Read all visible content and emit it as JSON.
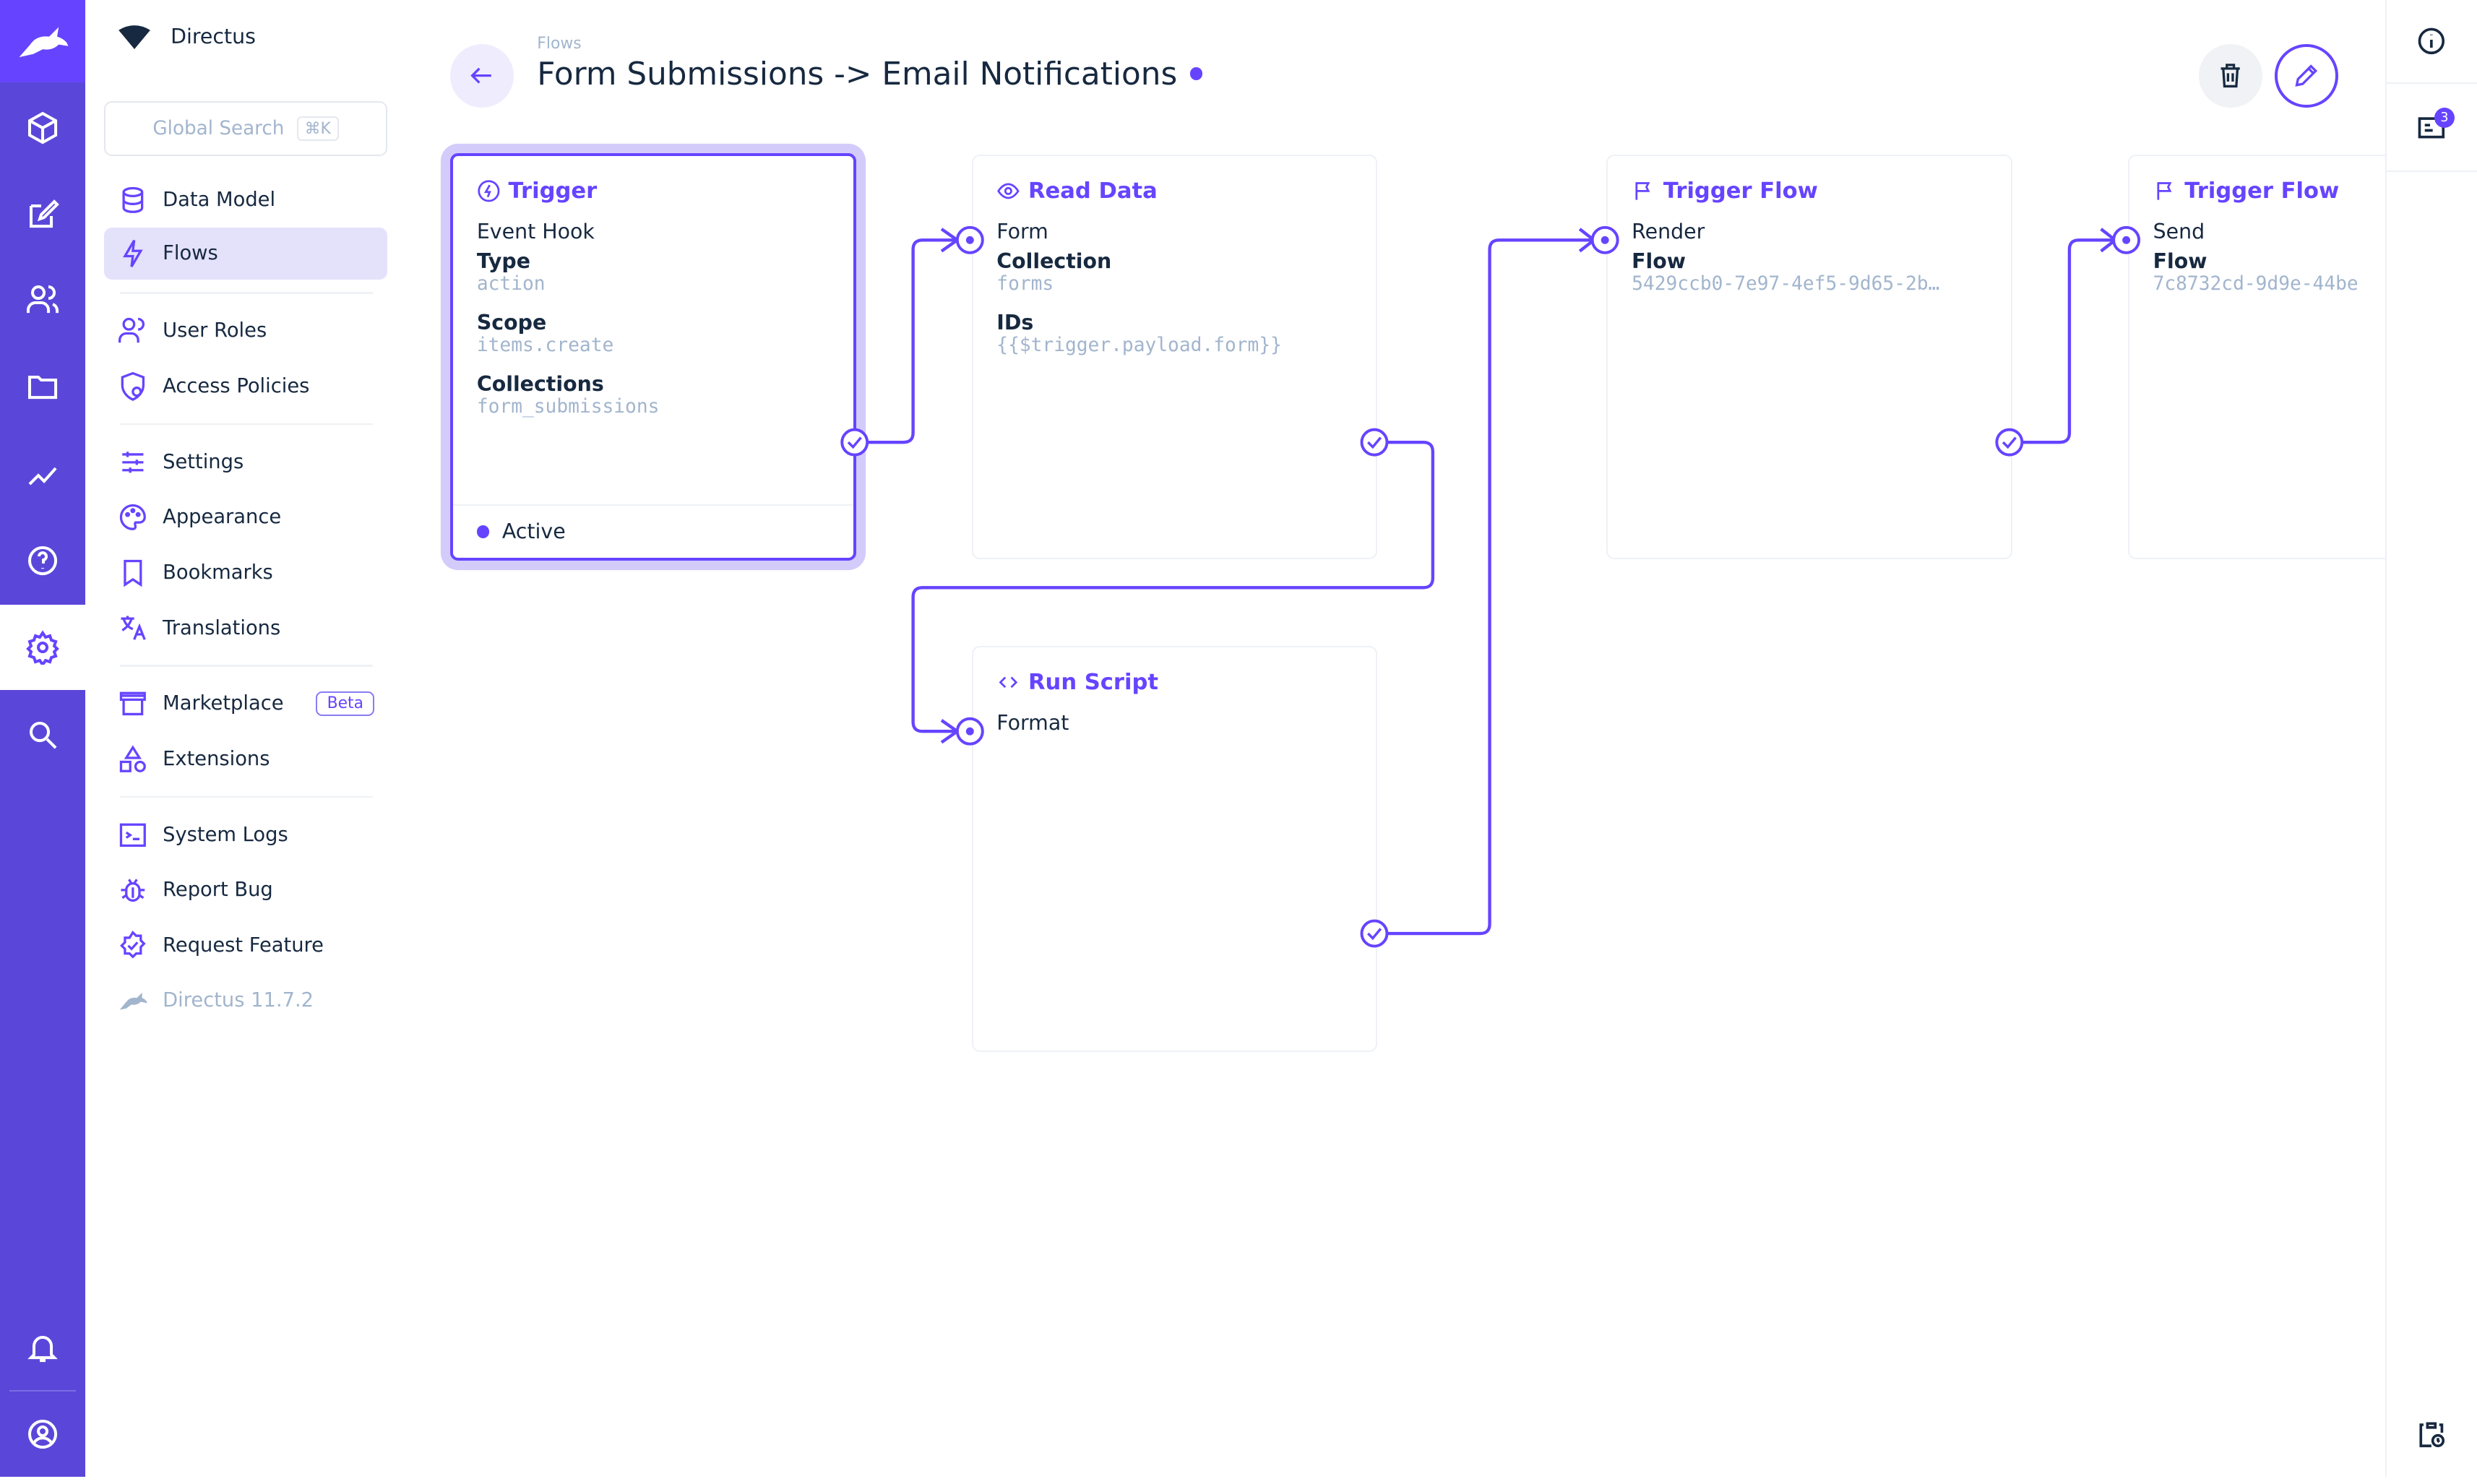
{
  "app": {
    "project_name": "Directus",
    "accent": "#6644ff"
  },
  "rail": {
    "icons": [
      "directus-rabbit-logo",
      "content-cube-icon",
      "editor-icon",
      "users-icon",
      "files-folder-icon",
      "insights-icon",
      "help-icon",
      "settings-gear-icon",
      "search-icon",
      "notifications-bell-icon",
      "user-account-icon"
    ]
  },
  "nav": {
    "search_placeholder": "Global Search",
    "search_shortcut": "⌘K",
    "items": [
      {
        "label": "Data Model",
        "icon": "database-icon"
      },
      {
        "label": "Flows",
        "icon": "bolt-icon",
        "active": true
      },
      {
        "label": "User Roles",
        "icon": "users-icon"
      },
      {
        "label": "Access Policies",
        "icon": "shield-user-icon"
      },
      {
        "label": "Settings",
        "icon": "sliders-icon"
      },
      {
        "label": "Appearance",
        "icon": "palette-icon"
      },
      {
        "label": "Bookmarks",
        "icon": "bookmark-icon"
      },
      {
        "label": "Translations",
        "icon": "translate-icon"
      },
      {
        "label": "Marketplace",
        "icon": "store-icon",
        "badge": "Beta"
      },
      {
        "label": "Extensions",
        "icon": "shapes-icon"
      },
      {
        "label": "System Logs",
        "icon": "terminal-icon"
      },
      {
        "label": "Report Bug",
        "icon": "bug-icon"
      },
      {
        "label": "Request Feature",
        "icon": "verified-icon"
      }
    ],
    "version": "Directus 11.7.2"
  },
  "header": {
    "breadcrumb": "Flows",
    "title": "Form Submissions -> Email Notifications"
  },
  "flow": {
    "trigger": {
      "title": "Trigger",
      "subtitle": "Event Hook",
      "fields": [
        {
          "k": "Type",
          "v": "action"
        },
        {
          "k": "Scope",
          "v": "items.create"
        },
        {
          "k": "Collections",
          "v": "form_submissions"
        }
      ],
      "status": "Active"
    },
    "read": {
      "title": "Read Data",
      "name": "Form",
      "fields": [
        {
          "k": "Collection",
          "v": "forms"
        },
        {
          "k": "IDs",
          "v": "{{$trigger.payload.form}}"
        }
      ]
    },
    "script": {
      "title": "Run Script",
      "name": "Format"
    },
    "tf1": {
      "title": "Trigger Flow",
      "name": "Render",
      "fields": [
        {
          "k": "Flow",
          "v": "5429ccb0-7e97-4ef5-9d65-2b…"
        }
      ]
    },
    "tf2": {
      "title": "Trigger Flow",
      "name": "Send",
      "fields": [
        {
          "k": "Flow",
          "v": "7c8732cd-9d9e-44be"
        }
      ]
    }
  },
  "right": {
    "badge_count": "3"
  }
}
